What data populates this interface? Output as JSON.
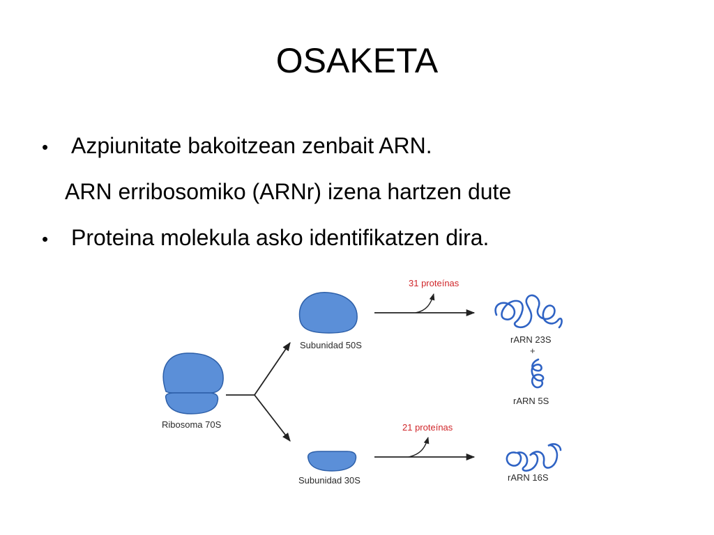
{
  "slide": {
    "title": "OSAKETA",
    "bullets": [
      {
        "text": "Azpiunitate bakoitzean zenbait ARN.",
        "continuation": "ARN erribosomiko (ARNr) izena hartzen dute"
      },
      {
        "text": "Proteina molekula asko identifikatzen dira."
      }
    ]
  },
  "diagram": {
    "ribosome_label": "Ribosoma 70S",
    "subunit_50s_label": "Subunidad 50S",
    "subunit_30s_label": "Subunidad 30S",
    "proteins_50s": "31 proteínas",
    "proteins_30s": "21 proteínas",
    "rarn_23s": "rARN 23S",
    "plus_sign": "+",
    "rarn_5s": "rARN 5S",
    "rarn_16s": "rARN 16S",
    "colors": {
      "subunit_fill": "#5b8fd8",
      "subunit_stroke": "#2d5fa8",
      "rna_stroke": "#2f63c4",
      "protein_label": "#d0262a",
      "arrow": "#222222"
    }
  }
}
